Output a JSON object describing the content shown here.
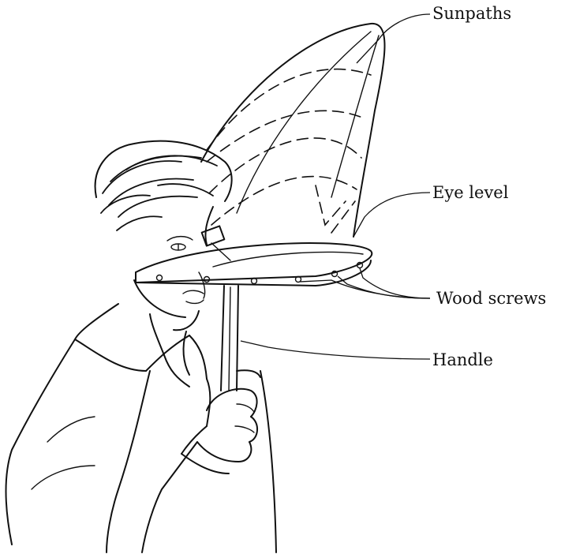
{
  "labels": {
    "sunpaths": "Sunpaths",
    "eye_level": "Eye level",
    "wood_screws": "Wood screws",
    "handle": "Handle"
  }
}
